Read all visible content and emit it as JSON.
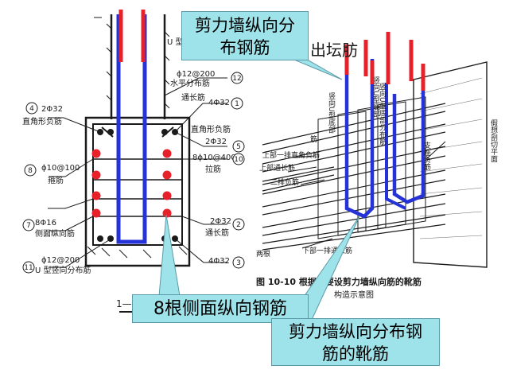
{
  "callouts": {
    "top": {
      "line1": "剪力墙纵向分",
      "line2": "布钢筋"
    },
    "side": "8根侧面纵向钢筋",
    "bottom": {
      "line1": "剪力墙纵向分布钢",
      "line2": "筋的靴筋"
    }
  },
  "left_drawing": {
    "labels": {
      "u_bar_top": "U 型",
      "phi12_200_top": "ϕ12@200",
      "horizontal_bar": "水平分布筋",
      "through_bar": "通长筋",
      "four_phi32_top": "4Φ32",
      "two_phi32_left": "2Φ32",
      "right_angle_neg_left": "直角形负筋",
      "right_angle_neg_right": "直角形负筋",
      "two_phi32_right": "2Φ32",
      "eight_phi10_400": "8ϕ10@400",
      "tie_bar": "拉筋",
      "phi10_100": "ϕ10@100",
      "stirrup": "箍筋",
      "eight_phi16": "8Φ16",
      "side_long_bar": "侧面纵向筋",
      "two_phi32_lower": "2Φ32",
      "through_bar_lower": "通长筋",
      "phi12_200_bottom": "ϕ12@200",
      "u_vertical_bar": "U 型竖向分布筋",
      "four_phi32_bottom": "4Φ32",
      "section_mark": "1—"
    },
    "circle_numbers": [
      "12",
      "1",
      "4",
      "5",
      "10",
      "8",
      "7",
      "2",
      "11",
      "3"
    ]
  },
  "right_drawing": {
    "title_fragment": "出坛肪",
    "caption": "图 10-10 根据需要设剪力墙纵向筋的靴筋",
    "caption2": "构造示意图",
    "labels": {
      "vertical_u_left": "竖向U型底部",
      "vertical_u_mid": "竖向U型底部",
      "vertical_u_right": "竖向U型底部分布筋",
      "top_row_angle": "上部一排直角负筋",
      "top_through": "上部通长筋",
      "second_row": "二排负筋",
      "bottom_through": "下部一排通长筋",
      "two_bars": "两根",
      "support_neg": "支座负筋",
      "imaginary_plane": "假想剖切平面",
      "bar_a": "筋"
    }
  },
  "colors": {
    "red_bar": "#e8202a",
    "blue_bar": "#2432d8",
    "callout_fill": "#9fe3ea",
    "ink": "#1a1a1a"
  }
}
